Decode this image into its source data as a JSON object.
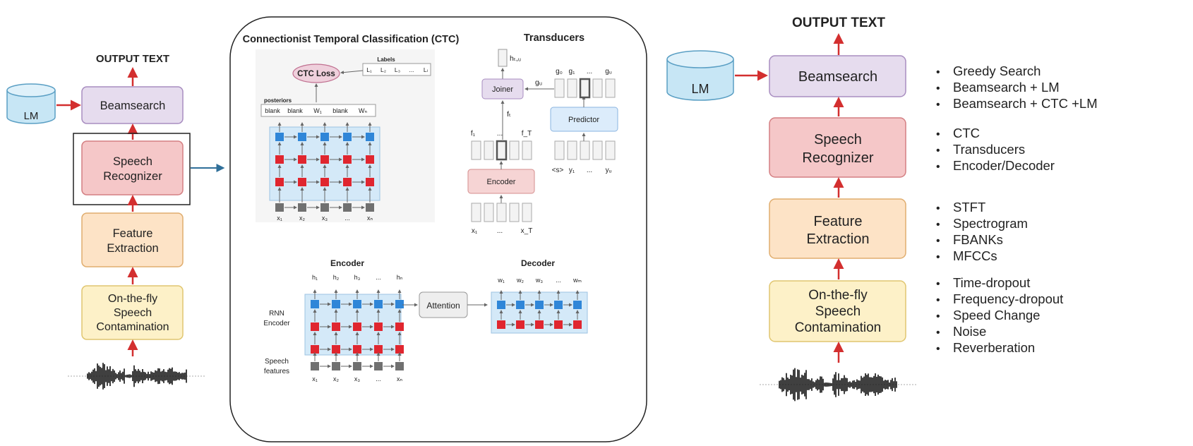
{
  "left_pipeline": {
    "output_text": "OUTPUT TEXT",
    "lm": "LM",
    "beamsearch": "Beamsearch",
    "recognizer": [
      "Speech",
      "Recognizer"
    ],
    "feature": [
      "Feature",
      "Extraction"
    ],
    "contamination": [
      "On-the-fly",
      "Speech",
      "Contamination"
    ]
  },
  "center": {
    "ctc": {
      "title": "Connectionist Temporal Classification (CTC)",
      "loss": "CTC Loss",
      "labels_title": "Labels",
      "labels": [
        "L₁",
        "L₂",
        "L₃",
        "...",
        "Lₗ"
      ],
      "posteriors_title": "posteriors",
      "posteriors": [
        "blank",
        "blank",
        "W₁",
        "blank",
        "Wₙ"
      ],
      "inputs": [
        "x₁",
        "x₂",
        "x₃",
        "...",
        "xₙ"
      ]
    },
    "transducers": {
      "title": "Transducers",
      "h": "hₜ,ᵤ",
      "joiner": "Joiner",
      "gu": "gᵤ",
      "g_labels": [
        "g₀",
        "g₁",
        "...",
        "gᵤ"
      ],
      "ft": "fₜ",
      "f_labels": [
        "f₁",
        "...",
        "f_T"
      ],
      "predictor": "Predictor",
      "encoder": "Encoder",
      "x_labels": [
        "x₁",
        "...",
        "x_T"
      ],
      "y_labels": [
        "<s>",
        "y₁",
        "...",
        "yᵤ"
      ]
    },
    "encdec": {
      "encoder_title": "Encoder",
      "decoder_title": "Decoder",
      "h_labels": [
        "h₁",
        "h₂",
        "h₃",
        "...",
        "hₙ"
      ],
      "w_labels": [
        "w₁",
        "w₂",
        "w₃",
        "...",
        "wₘ"
      ],
      "rnn_encoder": [
        "RNN",
        "Encoder"
      ],
      "speech_features": [
        "Speech",
        "features"
      ],
      "attention": "Attention",
      "x_labels": [
        "x₁",
        "x₂",
        "x₃",
        "...",
        "xₙ"
      ]
    }
  },
  "right_pipeline": {
    "output_text": "OUTPUT TEXT",
    "lm": "LM",
    "beamsearch": "Beamsearch",
    "recognizer": [
      "Speech",
      "Recognizer"
    ],
    "feature": [
      "Feature",
      "Extraction"
    ],
    "contamination": [
      "On-the-fly",
      "Speech",
      "Contamination"
    ],
    "beamsearch_options": [
      "Greedy Search",
      "Beamsearch + LM",
      "Beamsearch + CTC +LM"
    ],
    "recognizer_options": [
      "CTC",
      "Transducers",
      "Encoder/Decoder"
    ],
    "feature_options": [
      "STFT",
      "Spectrogram",
      "FBANKs",
      "MFCCs"
    ],
    "contamination_options": [
      "Time-dropout",
      "Frequency-dropout",
      "Speed Change",
      "Noise",
      "Reverberation"
    ]
  },
  "colors": {
    "arrow": "#d32f2f",
    "purple": "#e6dcee",
    "pink": "#f5c7c8",
    "peach": "#fde3c6",
    "cream": "#fdf1c8",
    "lm": "#c7e6f5",
    "blue_cell": "#2f86d8",
    "red_cell": "#e0262f",
    "grey_cell": "#707070"
  }
}
